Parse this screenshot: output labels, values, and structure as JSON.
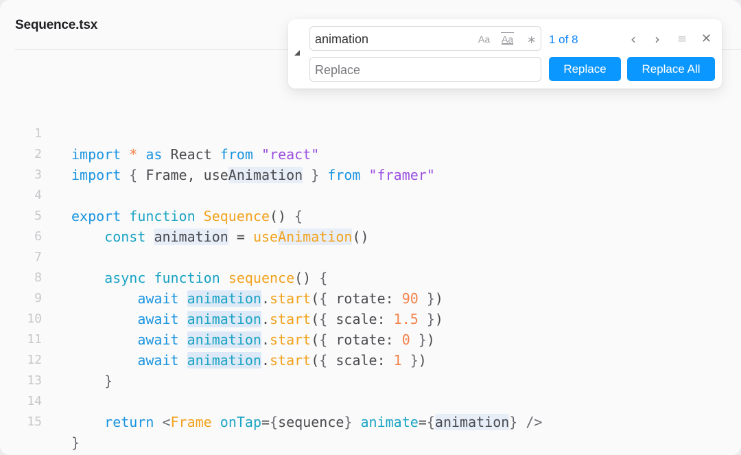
{
  "window": {
    "file_title": "Sequence.tsx"
  },
  "find_panel": {
    "find_value": "animation",
    "replace_placeholder": "Replace",
    "match_case_label": "Aa",
    "whole_word_label": "Aa",
    "regex_label": "∗",
    "match_count": "1 of 8",
    "icons": {
      "prev": "chevron-left-icon",
      "next": "chevron-right-icon",
      "selection": "list-icon",
      "close": "close-icon"
    },
    "replace_button": "Replace",
    "replace_all_button": "Replace All"
  },
  "code": {
    "line_numbers": [
      "1",
      "2",
      "3",
      "4",
      "5",
      "6",
      "7",
      "8",
      "9",
      "10",
      "11",
      "12",
      "13",
      "14",
      "15"
    ],
    "colors": {
      "keyword": "#1a94e0",
      "function": "#f2a21c",
      "string": "#9a4fe0",
      "number": "#f2824a",
      "highlight": "#dde9f7",
      "accent": "#0a97ff"
    }
  }
}
